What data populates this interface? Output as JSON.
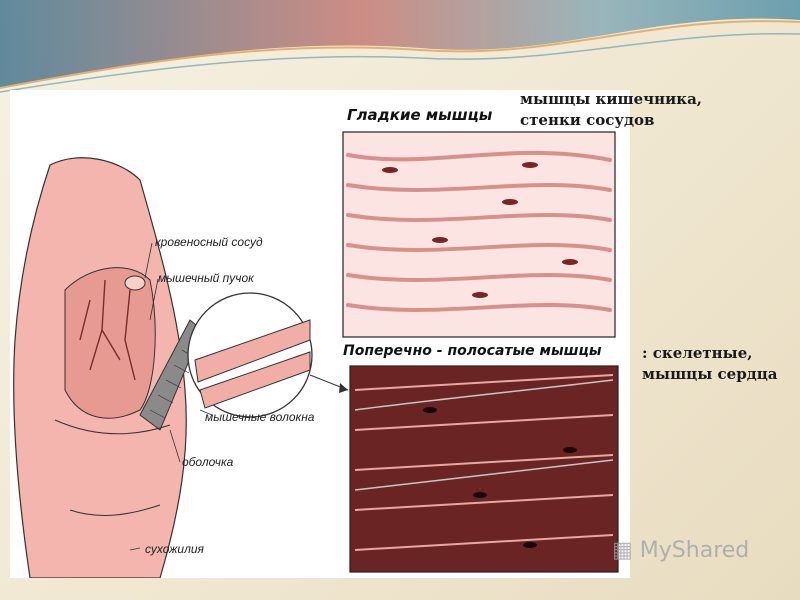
{
  "diagram": {
    "labels": {
      "blood_vessel": "кровеносный сосуд",
      "muscle_bundle": "мышечный пучок",
      "muscle_fibers": "мышечные волокна",
      "sheath": "оболочка",
      "tendon": "сухожилия"
    },
    "smooth_title": "Гладкие мышцы",
    "striated_title": "Поперечно - полосатые мышцы"
  },
  "annotations": {
    "smooth_line1": "мышцы кишечника,",
    "smooth_line2": "стенки сосудов",
    "striated_line1": ": скелетные,",
    "striated_line2": "мышцы сердца"
  },
  "watermark": {
    "text": "MyShared"
  }
}
